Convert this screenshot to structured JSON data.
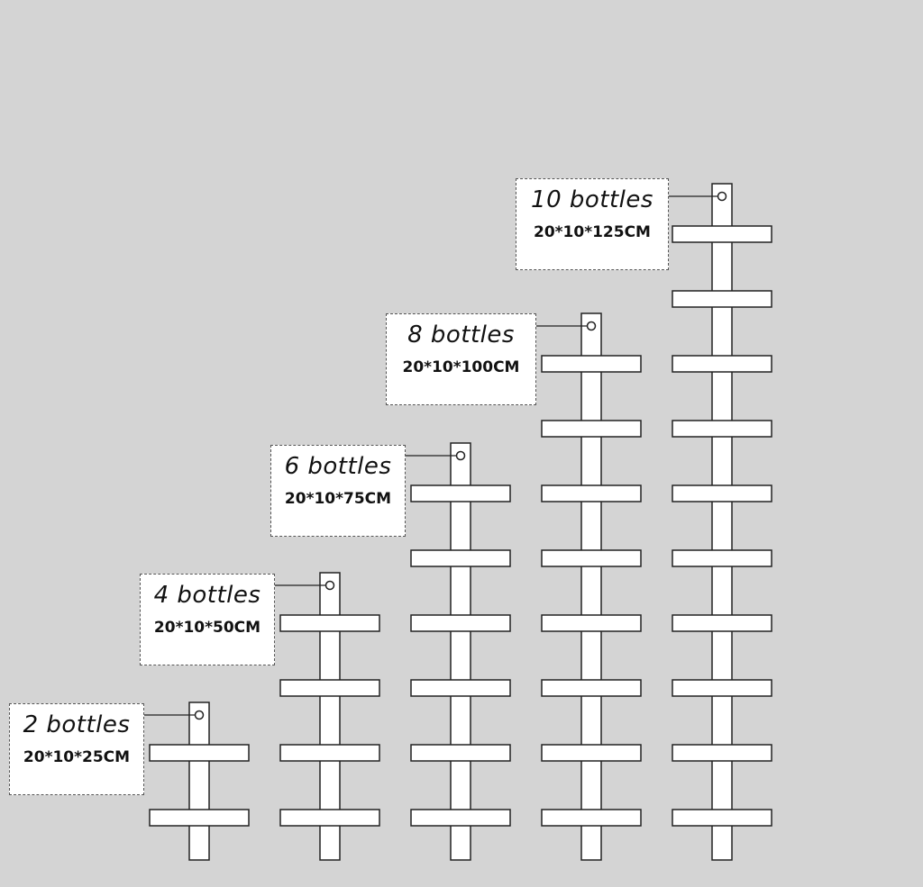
{
  "racks": [
    {
      "title": "2 bottles",
      "dimensions": "20*10*25CM",
      "bottles": 2
    },
    {
      "title": "4 bottles",
      "dimensions": "20*10*50CM",
      "bottles": 4
    },
    {
      "title": "6 bottles",
      "dimensions": "20*10*75CM",
      "bottles": 6
    },
    {
      "title": "8 bottles",
      "dimensions": "20*10*100CM",
      "bottles": 8
    },
    {
      "title": "10 bottles",
      "dimensions": "20*10*125CM",
      "bottles": 10
    }
  ],
  "colors": {
    "background": "#d4d4d4",
    "rack_fill": "#ffffff",
    "rack_stroke": "#222222",
    "label_border": "#555555"
  }
}
